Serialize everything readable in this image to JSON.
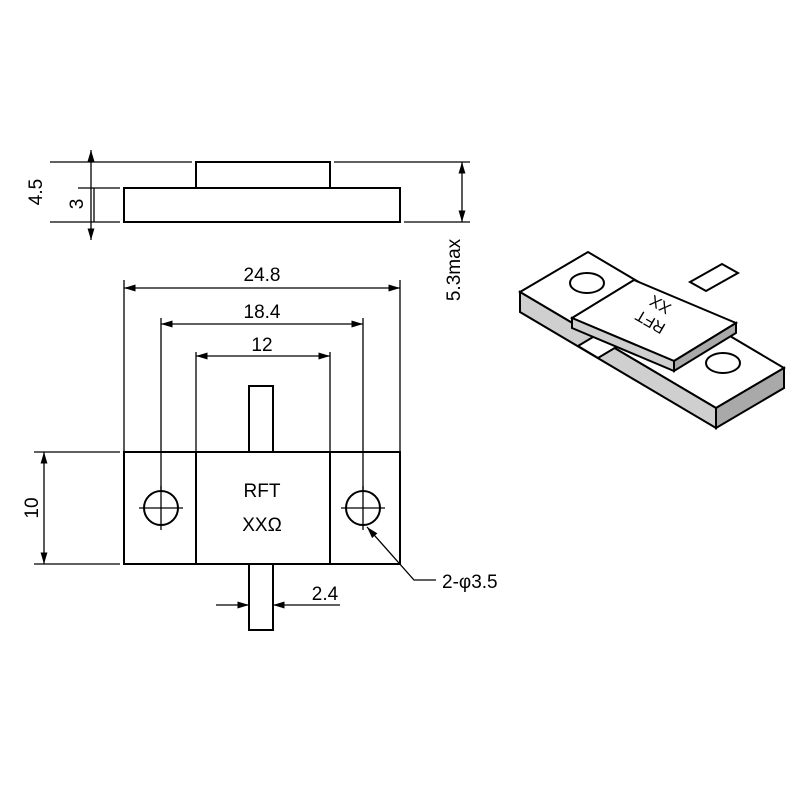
{
  "dimensions": {
    "side_total_height": "4.5",
    "side_flange_height": "3",
    "max_height": "5.3max",
    "flange_width": "24.8",
    "hole_spacing": "18.4",
    "body_width": "12",
    "flange_depth": "10",
    "tab_width": "2.4",
    "holes": "2-φ3.5"
  },
  "body_marking": {
    "line1": "RFT",
    "line2": "XXΩ"
  },
  "iso_marking": {
    "line1": "RFT",
    "line2": "XX"
  }
}
